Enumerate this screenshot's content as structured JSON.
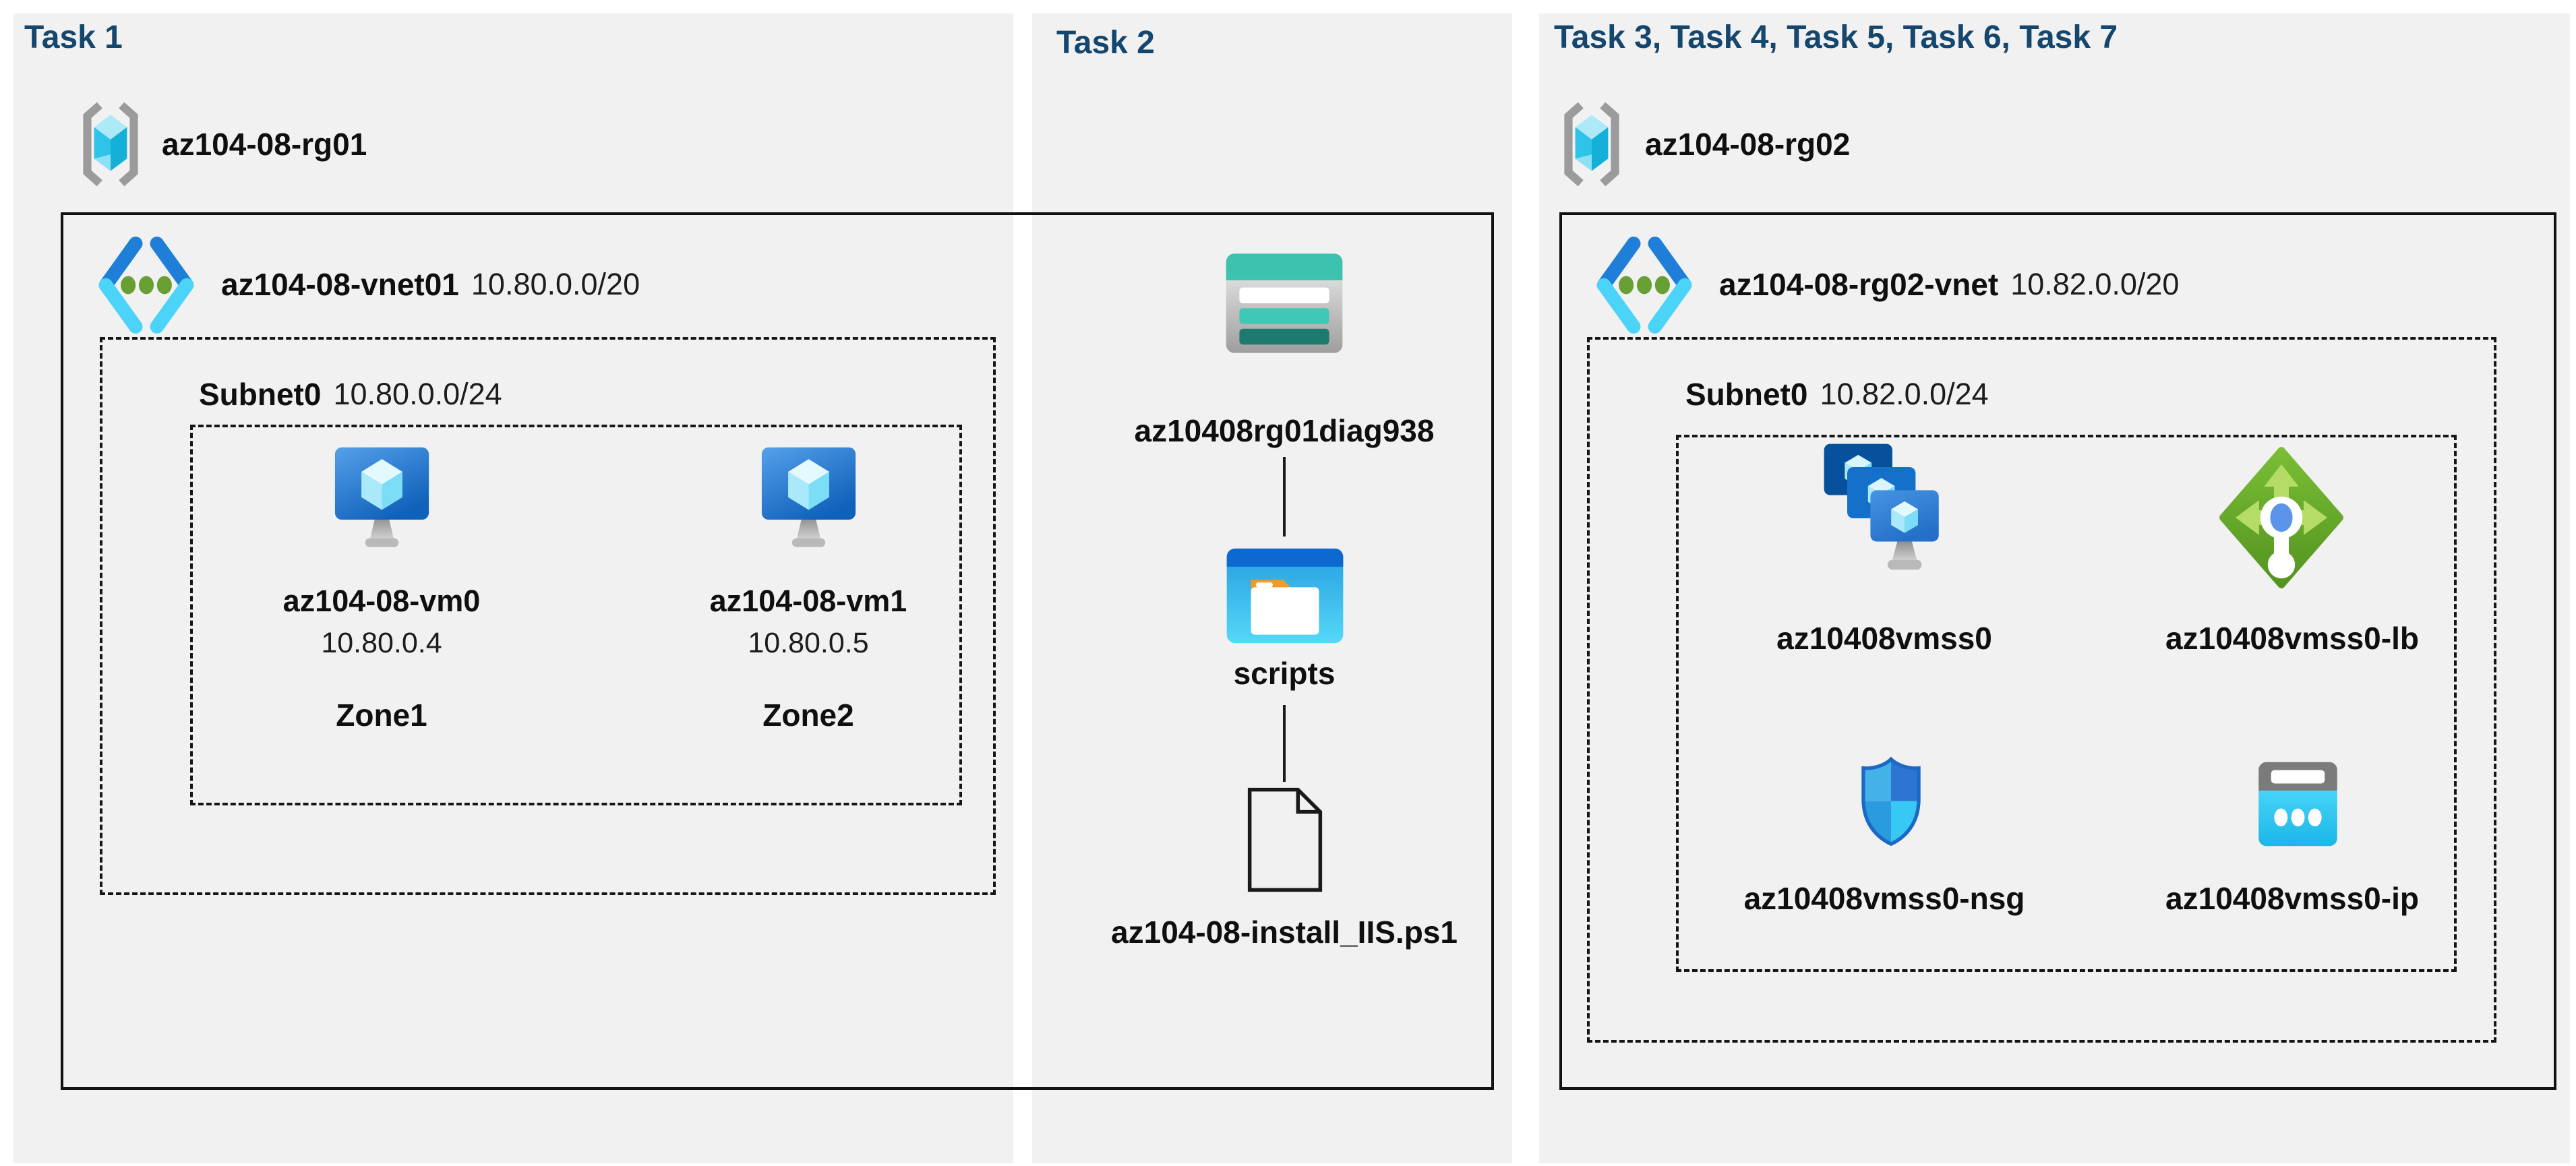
{
  "colors": {
    "heading_navy": "#14466e",
    "panel_background": "#f1f1f1",
    "diagram_line": "#1a1a1a",
    "vm_blue": "#1f6fc8",
    "vnet_chevron_blue": "#1f7fd8",
    "vnet_chevron_cyan": "#4cd4f8",
    "load_balancer_green": "#6cb32e",
    "storage_teal": "#3dc2b0",
    "public_ip_cyan": "#2fc6f0"
  },
  "task1": {
    "heading": "Task 1",
    "resource_group": "az104-08-rg01",
    "vnet_name": "az104-08-vnet01",
    "vnet_cidr": "10.80.0.0/20",
    "subnet_name": "Subnet0",
    "subnet_cidr": "10.80.0.0/24",
    "vms": [
      {
        "name": "az104-08-vm0",
        "ip": "10.80.0.4",
        "zone": "Zone1"
      },
      {
        "name": "az104-08-vm1",
        "ip": "10.80.0.5",
        "zone": "Zone2"
      }
    ]
  },
  "task2": {
    "heading": "Task 2",
    "storage_account": "az10408rg01diag938",
    "container": "scripts",
    "file": "az104-08-install_IIS.ps1"
  },
  "task37": {
    "heading": "Task 3, Task 4, Task 5, Task 6, Task 7",
    "resource_group": "az104-08-rg02",
    "vnet_name": "az104-08-rg02-vnet",
    "vnet_cidr": "10.82.0.0/20",
    "subnet_name": "Subnet0",
    "subnet_cidr": "10.82.0.0/24",
    "resources": [
      {
        "name": "az10408vmss0"
      },
      {
        "name": "az10408vmss0-lb"
      },
      {
        "name": "az10408vmss0-nsg"
      },
      {
        "name": "az10408vmss0-ip"
      }
    ]
  }
}
